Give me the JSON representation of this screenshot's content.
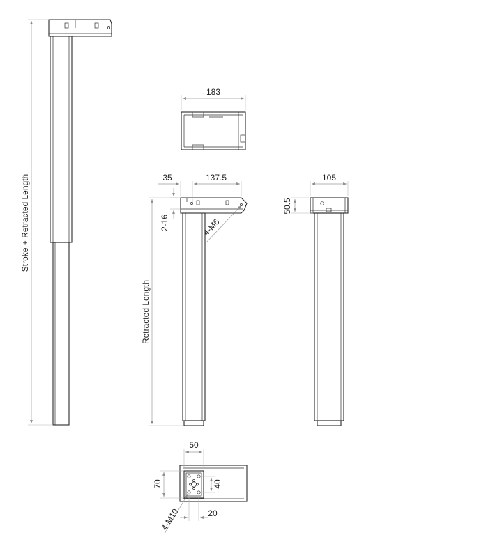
{
  "labels": {
    "stroke_retracted": "Stroke + Retracted Length",
    "retracted": "Retracted Length",
    "top_width": "183",
    "offset_35": "35",
    "offset_137_5": "137.5",
    "side_width": "105",
    "height_50_5": "50.5",
    "range_2_16": "2-16",
    "screws_m6": "4-M6",
    "foot_50": "50",
    "foot_70": "70",
    "foot_40": "40",
    "foot_20": "20",
    "screws_m10": "4-M10"
  }
}
